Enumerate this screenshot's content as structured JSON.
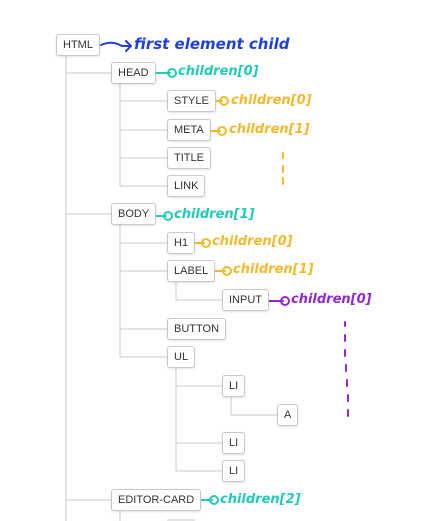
{
  "nodes": {
    "html": "HTML",
    "head": "HEAD",
    "style": "STYLE",
    "meta": "META",
    "title": "TITLE",
    "link": "LINK",
    "body": "BODY",
    "h1": "H1",
    "label": "LABEL",
    "input": "INPUT",
    "button": "BUTTON",
    "ul": "UL",
    "li1": "LI",
    "a": "A",
    "li2": "LI",
    "li3": "LI",
    "editor_card": "EDITOR-CARD"
  },
  "annotations": {
    "html": "first element child",
    "head": "children[0]",
    "style": "children[0]",
    "meta": "children[1]",
    "body": "children[1]",
    "h1": "children[0]",
    "label": "children[1]",
    "input": "children[0]",
    "editor_card": "children[2]"
  },
  "colors": {
    "tree_line": "#c8c8c8",
    "blue": "#1f3fe0",
    "teal": "#21cbb4",
    "orange": "#f2b92a",
    "purple": "#9526d6"
  }
}
